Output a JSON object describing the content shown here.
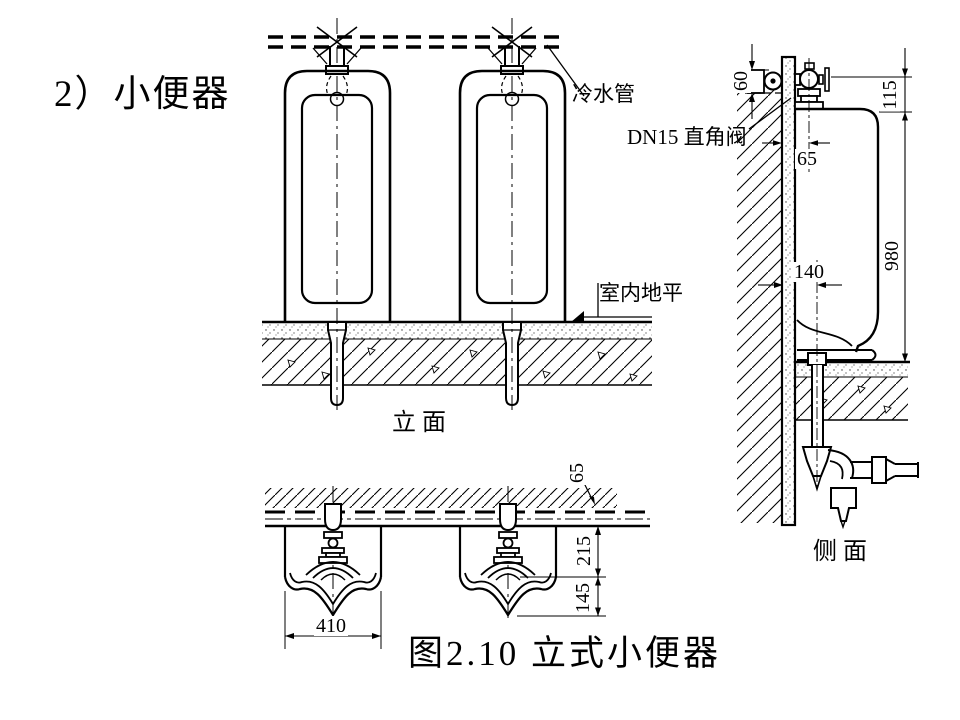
{
  "slide": {
    "title": "2）小便器",
    "caption": "图2.10  立式小便器"
  },
  "labels": {
    "cold_water_pipe": "冷水管",
    "angle_valve": "DN15 直角阀",
    "indoor_floor_level": "室内地平",
    "elevation_view": "立面",
    "side_view": "侧面"
  },
  "dimensions": {
    "pipe_clamp_offset": "60",
    "valve_to_rim_height": "115",
    "wall_to_valve": "65",
    "wall_to_drain": "140",
    "rim_height": "980",
    "wall_gap_plan": "65",
    "bowl_depth_upper": "215",
    "bowl_depth_lower": "145",
    "bowl_width": "410"
  },
  "colors": {
    "line": "#000000",
    "background": "#ffffff"
  }
}
